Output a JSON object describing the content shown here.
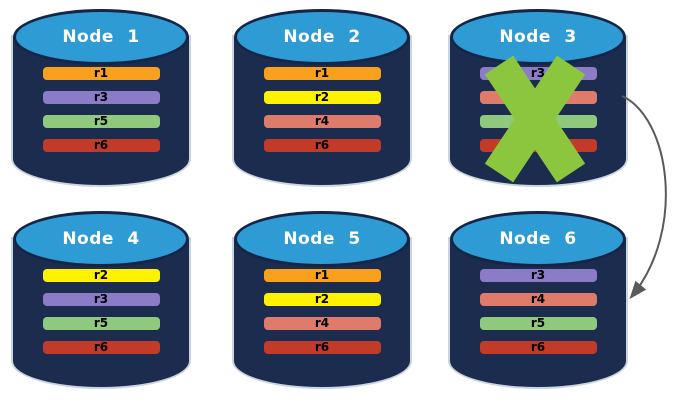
{
  "nodes": [
    {
      "title": "Node 1",
      "failed": false,
      "replicas": [
        {
          "label": "r1",
          "color": "#F9A11C"
        },
        {
          "label": "r3",
          "color": "#8C7CC8"
        },
        {
          "label": "r5",
          "color": "#8FC97E"
        },
        {
          "label": "r6",
          "color": "#C23B28"
        }
      ]
    },
    {
      "title": "Node 2",
      "failed": false,
      "replicas": [
        {
          "label": "r1",
          "color": "#F9A11C"
        },
        {
          "label": "r2",
          "color": "#FEF200"
        },
        {
          "label": "r4",
          "color": "#DF7B6B"
        },
        {
          "label": "r6",
          "color": "#C23B28"
        }
      ]
    },
    {
      "title": "Node 3",
      "failed": true,
      "replicas": [
        {
          "label": "r3",
          "color": "#8C7CC8"
        },
        {
          "label": "",
          "color": "#DF7B6B"
        },
        {
          "label": "",
          "color": "#8FC97E"
        },
        {
          "label": "",
          "color": "#C23B28"
        }
      ]
    },
    {
      "title": "Node 4",
      "failed": false,
      "replicas": [
        {
          "label": "r2",
          "color": "#FEF200"
        },
        {
          "label": "r3",
          "color": "#8C7CC8"
        },
        {
          "label": "r5",
          "color": "#8FC97E"
        },
        {
          "label": "r6",
          "color": "#C23B28"
        }
      ]
    },
    {
      "title": "Node 5",
      "failed": false,
      "replicas": [
        {
          "label": "r1",
          "color": "#F9A11C"
        },
        {
          "label": "r2",
          "color": "#FEF200"
        },
        {
          "label": "r4",
          "color": "#DF7B6B"
        },
        {
          "label": "r6",
          "color": "#C23B28"
        }
      ]
    },
    {
      "title": "Node 6",
      "failed": false,
      "replicas": [
        {
          "label": "r3",
          "color": "#8C7CC8"
        },
        {
          "label": "r4",
          "color": "#DF7B6B"
        },
        {
          "label": "r5",
          "color": "#8FC97E"
        },
        {
          "label": "r6",
          "color": "#C23B28"
        }
      ]
    }
  ],
  "failure_marker": {
    "node": "Node 3",
    "shape": "X",
    "color": "#8CC63E"
  },
  "arrow": {
    "from": "Node 3",
    "to": "Node 6",
    "color": "#5A5A5A"
  },
  "colors": {
    "background": "#FFFFFF",
    "cylinder_body": "#1B2C4F",
    "cylinder_top": "#2E9BD5",
    "cylinder_top_border": "#142547",
    "cylinder_outline": "#9EB0C4",
    "title_text": "#FFFFFF",
    "bar_text": "#000000"
  }
}
